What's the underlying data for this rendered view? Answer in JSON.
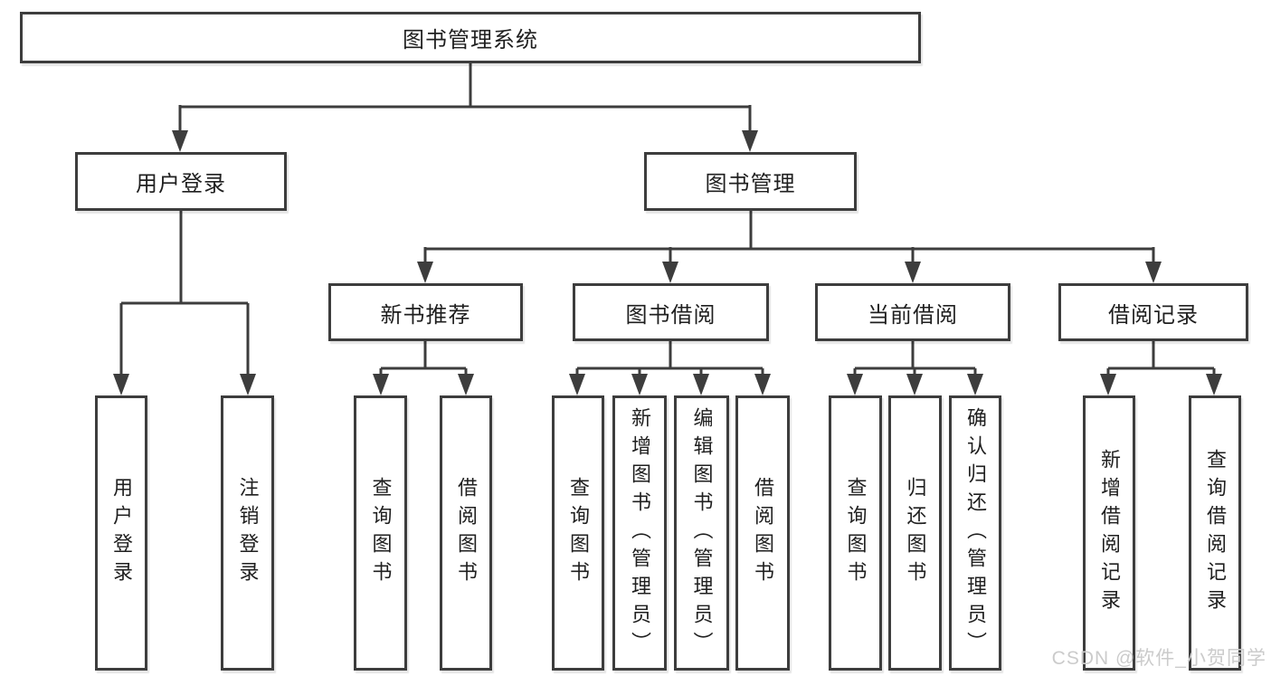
{
  "nodes": {
    "root": {
      "label": "图书管理系统"
    },
    "level2": [
      {
        "label": "用户登录"
      },
      {
        "label": "图书管理"
      }
    ],
    "level3": [
      {
        "label": "新书推荐"
      },
      {
        "label": "图书借阅"
      },
      {
        "label": "当前借阅"
      },
      {
        "label": "借阅记录"
      }
    ],
    "leaves": [
      {
        "label": "用户登录"
      },
      {
        "label": "注销登录"
      },
      {
        "label": "查询图书"
      },
      {
        "label": "借阅图书"
      },
      {
        "label": "查询图书"
      },
      {
        "label": "新增图书（管理员）"
      },
      {
        "label": "编辑图书（管理员）"
      },
      {
        "label": "借阅图书"
      },
      {
        "label": "查询图书"
      },
      {
        "label": "归还图书"
      },
      {
        "label": "确认归还（管理员）"
      },
      {
        "label": "新增借阅记录"
      },
      {
        "label": "查询借阅记录"
      }
    ]
  },
  "watermark": {
    "text": "CSDN @软件_小贺同学"
  },
  "colors": {
    "line": "#3d3d3d",
    "text": "#1f1f1f",
    "watermark": "#cbcbcb",
    "box_background": "#ffffff",
    "page_background": "#ffffff"
  }
}
